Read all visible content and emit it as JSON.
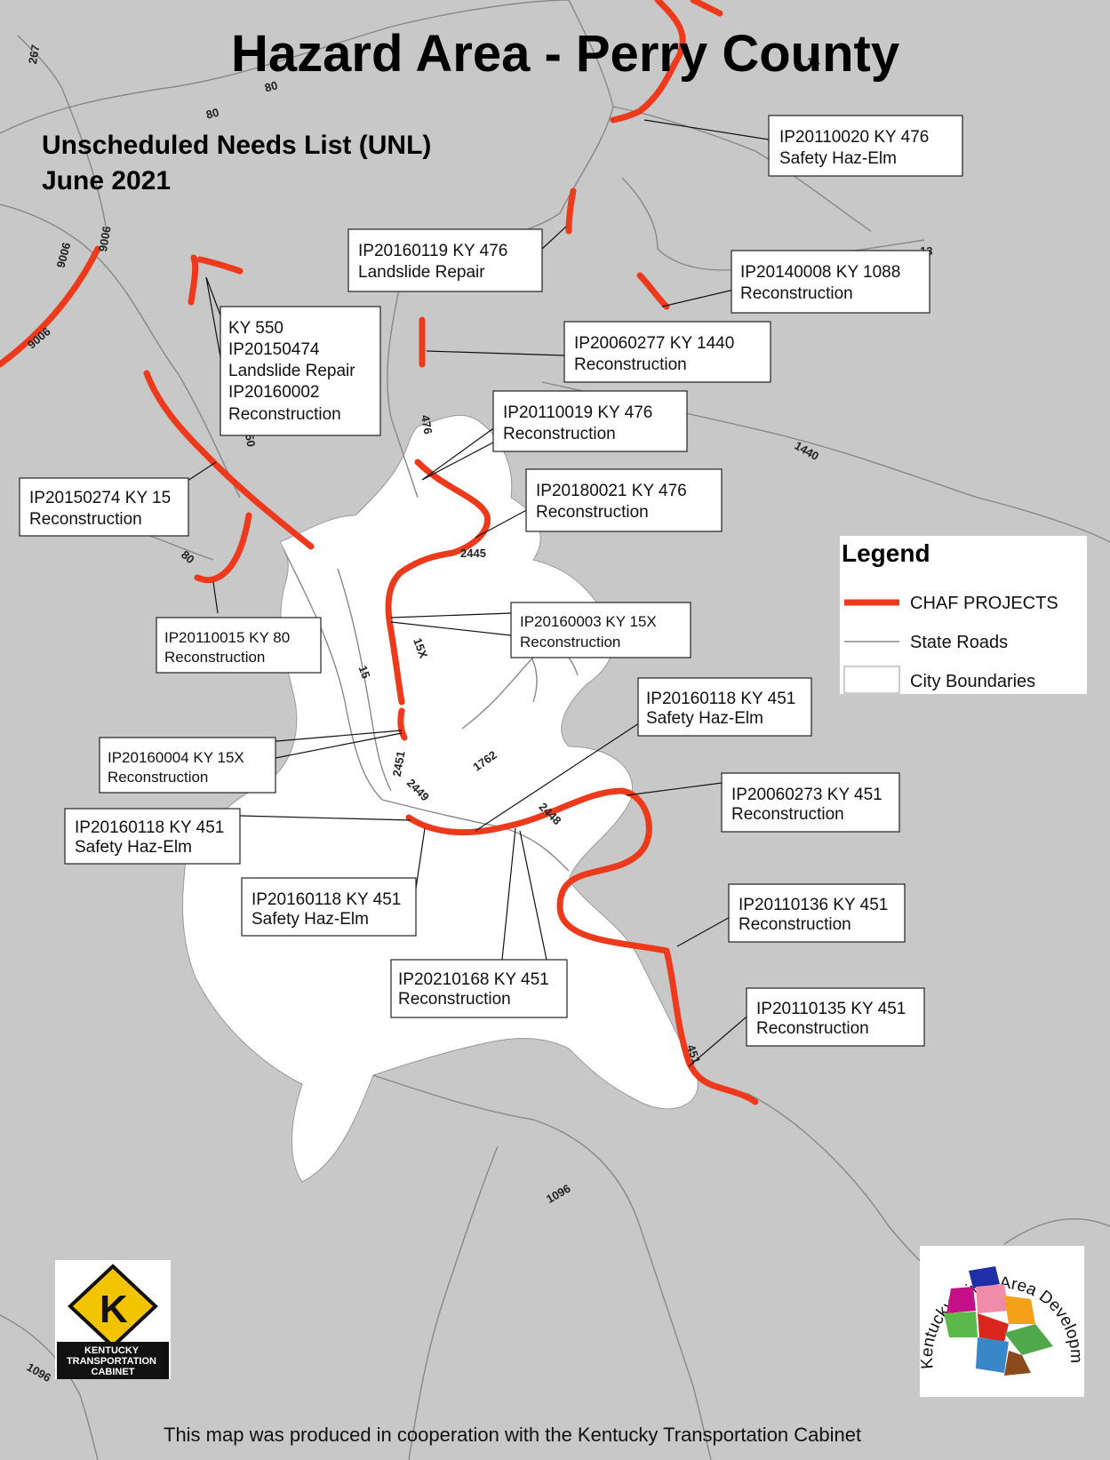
{
  "title": "Hazard Area - Perry County",
  "subtitle": {
    "line1": "Unscheduled Needs List (UNL)",
    "line2": "June 2021"
  },
  "legend": {
    "title": "Legend",
    "items": [
      {
        "label": "CHAF PROJECTS",
        "symbol": "red-line",
        "color": "#ee3a1c"
      },
      {
        "label": "State Roads",
        "symbol": "gray-line",
        "color": "#888888"
      },
      {
        "label": "City Boundaries",
        "symbol": "white-box",
        "color": "#ffffff"
      }
    ]
  },
  "road_labels": {
    "r267": "267",
    "r80a": "80",
    "r80b": "80",
    "r80c": "80",
    "r9006a": "9006",
    "r9006b": "9006",
    "r9006c": "9006",
    "r14": "14",
    "r13": "13",
    "r476": "476",
    "r50": "50",
    "r1440": "1440",
    "r2445": "2445",
    "r15x": "15X",
    "r15": "15",
    "r2451": "2451",
    "r1762": "1762",
    "r2449": "2449",
    "r2448": "2448",
    "r451": "451",
    "r1096a": "1096",
    "r1096b": "1096"
  },
  "callouts": {
    "c1": {
      "lines": [
        "IP20110020  KY 476",
        "Safety Haz-Elm"
      ]
    },
    "c2": {
      "lines": [
        "IP20160119  KY 476",
        "Landslide Repair"
      ]
    },
    "c3": {
      "lines": [
        "IP20140008 KY 1088",
        "Reconstruction"
      ]
    },
    "c4": {
      "lines": [
        "KY 550",
        "IP20150474",
        "Landslide Repair",
        "IP20160002",
        "Reconstruction"
      ]
    },
    "c5": {
      "lines": [
        "IP20060277  KY 1440",
        "Reconstruction"
      ]
    },
    "c6": {
      "lines": [
        "IP20110019  KY 476",
        "Reconstruction"
      ]
    },
    "c7": {
      "lines": [
        "IP20180021  KY 476",
        "Reconstruction"
      ]
    },
    "c8": {
      "lines": [
        "IP20150274  KY 15",
        "Reconstruction"
      ]
    },
    "c9": {
      "lines": [
        "IP20160003  KY 15X",
        "Reconstruction"
      ]
    },
    "c10": {
      "lines": [
        "IP20110015  KY 80",
        "Reconstruction"
      ]
    },
    "c11": {
      "lines": [
        "IP20160118  KY 451",
        "Safety Haz-Elm"
      ]
    },
    "c12": {
      "lines": [
        "IP20160004  KY 15X",
        "Reconstruction"
      ]
    },
    "c13": {
      "lines": [
        "IP20060273  KY 451",
        "Reconstruction"
      ]
    },
    "c14": {
      "lines": [
        "IP20160118  KY 451",
        "Safety Haz-Elm"
      ]
    },
    "c15": {
      "lines": [
        "IP20160118  KY 451",
        "Safety Haz-Elm"
      ]
    },
    "c16": {
      "lines": [
        "IP20110136  KY 451",
        "Reconstruction"
      ]
    },
    "c17": {
      "lines": [
        "IP20210168  KY 451",
        "Reconstruction"
      ]
    },
    "c18": {
      "lines": [
        "IP20110135  KY 451",
        "Reconstruction"
      ]
    }
  },
  "logos": {
    "ktc_letter": "K",
    "ktc_text": [
      "KENTUCKY",
      "TRANSPORTATION",
      "CABINET"
    ],
    "krad_text": "Kentucky River Area Development District"
  },
  "footer": "This map was produced in cooperation with the Kentucky Transportation Cabinet",
  "colors": {
    "background": "#c8c8c8",
    "city": "#ffffff",
    "chaf": "#ee3a1c",
    "roads": "#888888"
  }
}
